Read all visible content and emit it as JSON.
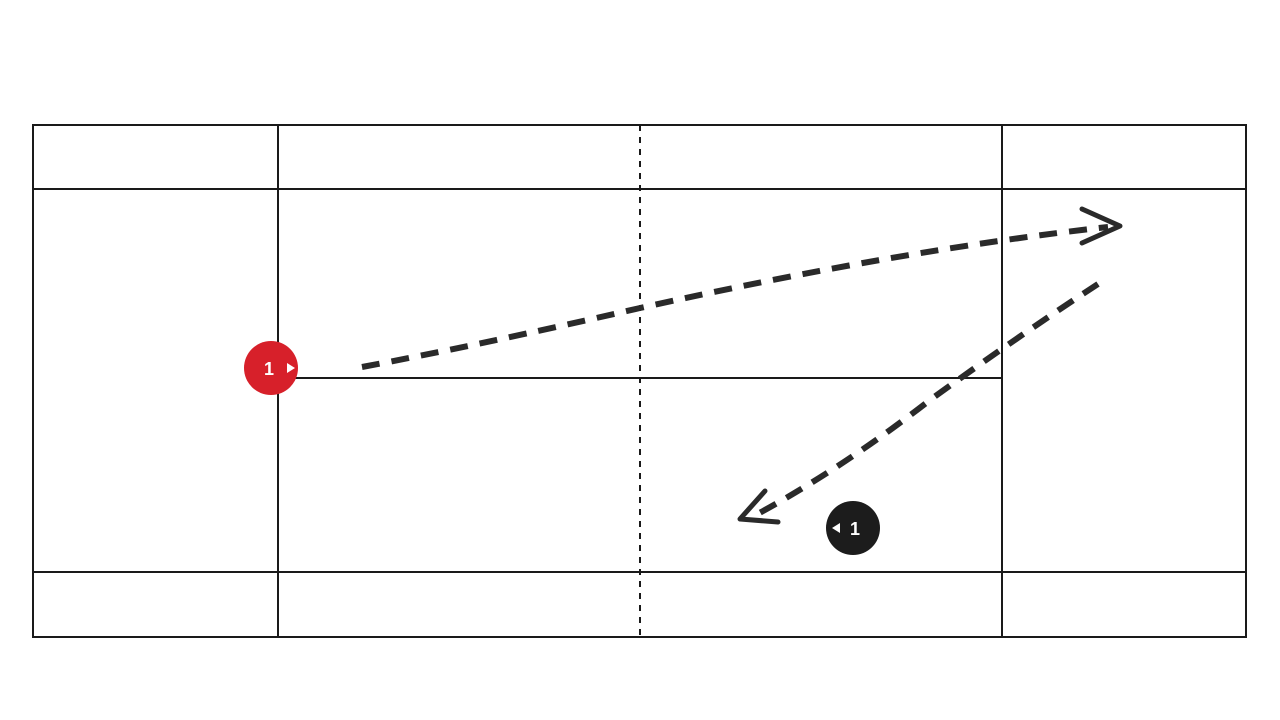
{
  "diagram": {
    "type": "badminton-court-movement",
    "colors": {
      "background": "#ffffff",
      "court_lines": "#1a1a1a",
      "movement_path": "#2a2a2a",
      "player_red": "#d7202a",
      "player_black": "#1c1c1c",
      "player_text": "#ffffff"
    },
    "players": [
      {
        "id": "red",
        "label": "1",
        "color": "#d7202a",
        "icon": "player-marker-icon"
      },
      {
        "id": "black",
        "label": "1",
        "color": "#1c1c1c",
        "icon": "player-marker-icon"
      }
    ],
    "paths": [
      {
        "id": "path-red-to-back-corner",
        "style": "dashed",
        "arrow": "end"
      },
      {
        "id": "path-corner-to-front",
        "style": "dashed",
        "arrow": "end"
      }
    ]
  }
}
